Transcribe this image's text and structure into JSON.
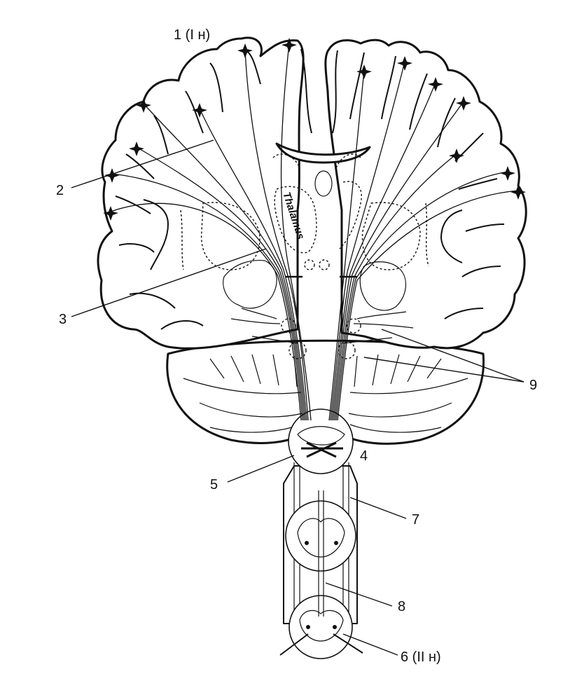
{
  "diagram": {
    "labels": {
      "l1": "1 (I н)",
      "l2": "2",
      "l3": "3",
      "l4": "4",
      "l5": "5",
      "l6": "6 (II н)",
      "l7": "7",
      "l8": "8",
      "l9": "9"
    },
    "thalamus_text": "Thalamus"
  }
}
